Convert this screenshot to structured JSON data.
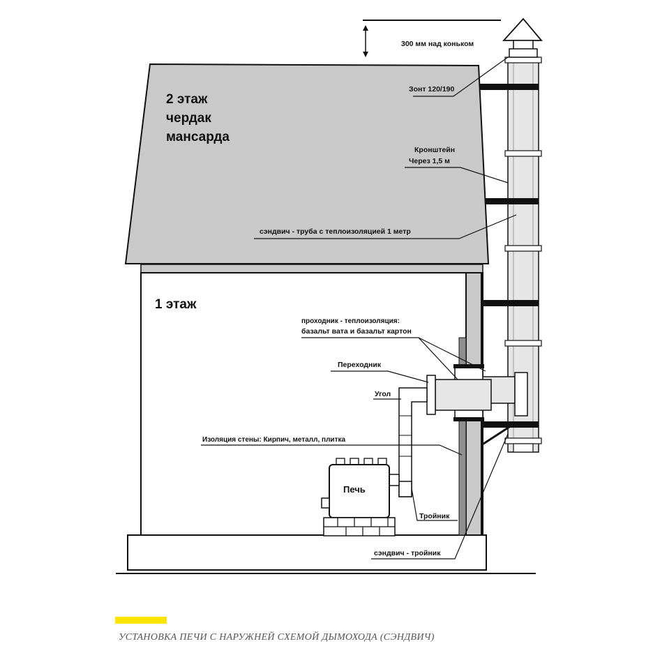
{
  "labels": {
    "height_note": "300 мм над коньком",
    "cap": "Зонт 120/190",
    "bracket_line1": "Кронштейн",
    "bracket_line2": "Через 1,5 м",
    "sandwich_pipe": "сэндвич - труба с теплоизоляцией 1 метр",
    "floor2_line1": "2 этаж",
    "floor2_line2": "чердак",
    "floor2_line3": "мансарда",
    "floor1": "1 этаж",
    "passage_line1": "проходник - теплоизоляция:",
    "passage_line2": "базальт вата и базальт картон",
    "adapter": "Переходник",
    "elbow": "Угол",
    "wall_insulation": "Изоляция стены: Кирпич, металл, плитка",
    "stove": "Печь",
    "tee": "Тройник",
    "sandwich_tee": "сэндвич - тройник"
  },
  "caption": "УСТАНОВКА ПЕЧИ С НАРУЖНЕЙ СХЕМОЙ ДЫМОХОДА (СЭНДВИЧ)",
  "colors": {
    "roof": "#c9c9c9",
    "wall": "#ffffff",
    "pipe": "#e6e6e6",
    "outline": "#111111",
    "highlight": "#ffe600",
    "caption": "#555555"
  }
}
